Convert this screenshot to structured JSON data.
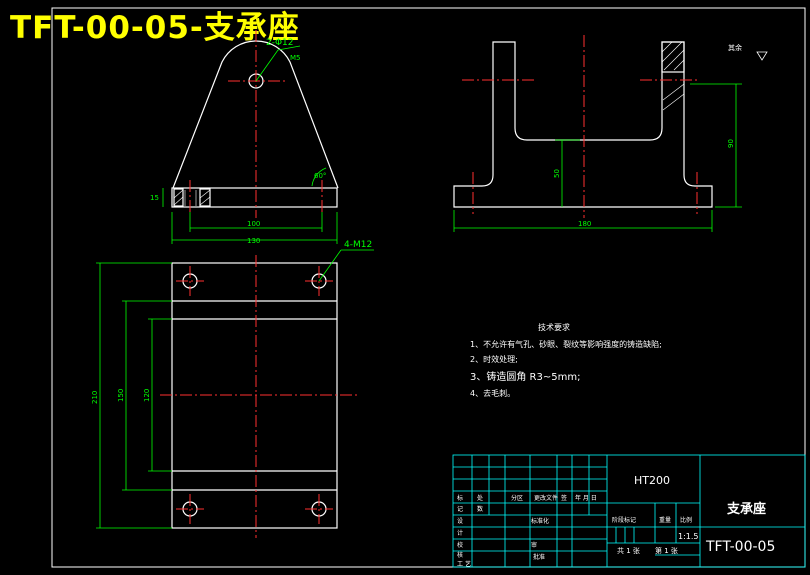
{
  "title": "TFT-00-05-支承座",
  "colors": {
    "background": "#000000",
    "outline": "#ffffff",
    "centerline": "#ff3030",
    "dimension": "#00ff00",
    "table": "#00ffff",
    "title_text": "#ffff00"
  },
  "front_view": {
    "hole_callout": "2-Φ12",
    "thread_callout": "M5",
    "dims": {
      "chamfer_side": "15",
      "inner_width": "100",
      "overall_width": "130"
    },
    "angle": "60°"
  },
  "side_view": {
    "dims": {
      "height": "90",
      "base_height": "50",
      "width": "180"
    },
    "roughness_label": "其余"
  },
  "top_view": {
    "hole_callout": "4-M12",
    "dims": {
      "outer": "210",
      "middle": "150",
      "inner": "120"
    }
  },
  "tech_requirements": {
    "heading": "技术要求",
    "items": [
      "1、不允许有气孔、砂眼、裂纹等影响强度的铸造缺陷;",
      "2、时效处理;",
      "3、铸造圆角 R3~5mm;",
      "4、去毛刺。"
    ]
  },
  "title_block": {
    "material": "HT200",
    "part_name": "支承座",
    "drawing_no": "TFT-00-05",
    "scale": "1:1.5",
    "header_labels": [
      "标",
      "处",
      "分区",
      "更改文件",
      "签",
      "年 月 日"
    ],
    "row_labels": [
      "记",
      "数"
    ],
    "left_labels": [
      "设",
      "计",
      "标准化",
      "校",
      "核",
      "审",
      "工",
      "艺",
      "批准"
    ],
    "mid_labels": [
      "阶段标记",
      "重量",
      "比例"
    ],
    "sheet_info": [
      "共 1 张",
      "第 1 张"
    ]
  }
}
